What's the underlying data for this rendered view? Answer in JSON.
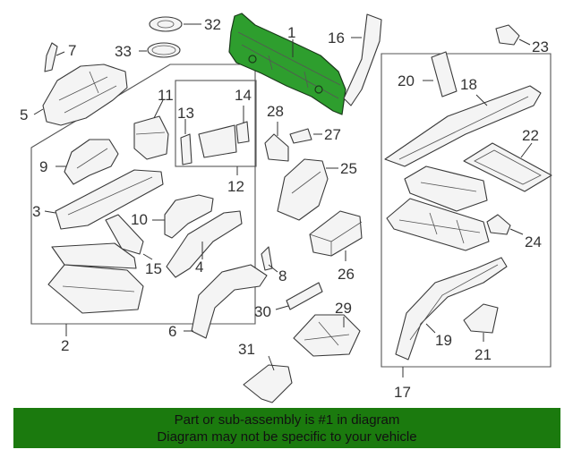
{
  "callouts": {
    "c1": "1",
    "c2": "2",
    "c3": "3",
    "c4": "4",
    "c5": "5",
    "c6": "6",
    "c7": "7",
    "c8": "8",
    "c9": "9",
    "c10": "10",
    "c11": "11",
    "c12": "12",
    "c13": "13",
    "c14": "14",
    "c15": "15",
    "c16": "16",
    "c17": "17",
    "c18": "18",
    "c19": "19",
    "c20": "20",
    "c21": "21",
    "c22": "22",
    "c23": "23",
    "c24": "24",
    "c25": "25",
    "c26": "26",
    "c27": "27",
    "c28": "28",
    "c29": "29",
    "c30": "30",
    "c31": "31",
    "c32": "32",
    "c33": "33"
  },
  "highlighted_part": "1",
  "colors": {
    "highlight": "#2e9e2e",
    "banner": "#1b7a0e"
  },
  "banner": {
    "line1": "Part or sub-assembly is #1 in diagram",
    "line2": "Diagram may not be specific to your vehicle"
  }
}
